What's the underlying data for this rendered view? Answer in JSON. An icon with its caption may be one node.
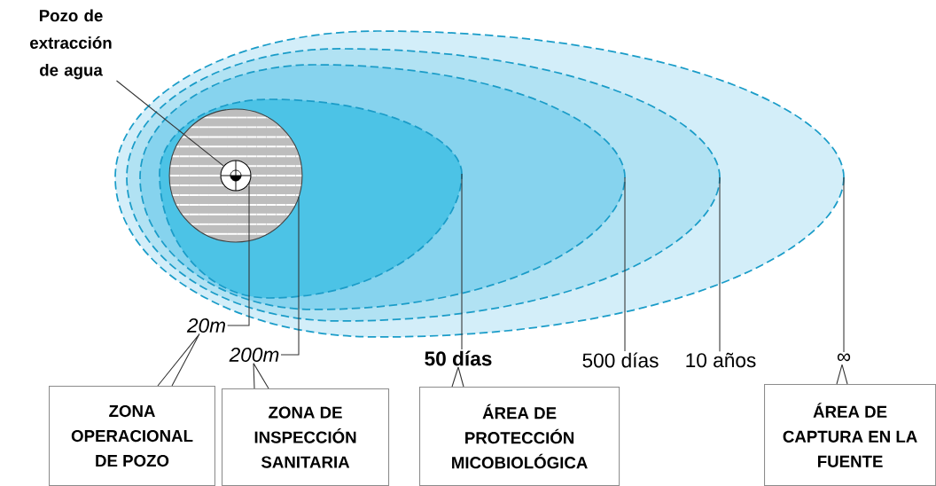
{
  "diagram": {
    "nodes": [
      {
        "text": [
          "Pozo de extracción de agua"
        ]
      },
      {
        "text": [],
        "shape": "ellipse"
      },
      {
        "text": [],
        "shape": "ellipse",
        "in": 1
      },
      {
        "text": [],
        "shape": "ellipse",
        "in": 2
      },
      {
        "text": [],
        "shape": "ellipse",
        "in": 3
      },
      {
        "text": [],
        "shape": "circle",
        "in": 4
      },
      {
        "text": [],
        "shape": "circle",
        "in": 5
      },
      {
        "text": [
          "20m"
        ]
      },
      {
        "text": [
          "200m"
        ]
      },
      {
        "text": [
          "50 días"
        ]
      },
      {
        "text": [
          "500 días"
        ]
      },
      {
        "text": [
          "10 años"
        ]
      },
      {
        "text": [
          "∞"
        ]
      },
      {
        "text": [
          "ZONA OPERACIONAL DE POZO"
        ]
      },
      {
        "text": [
          "ZONA DE INSPECCIÓN SANITARIA"
        ]
      },
      {
        "text": [
          "ÁREA DE PROTECCIÓN MICOBIOLÓGICA"
        ]
      },
      {
        "text": [
          "ÁREA DE CAPTURA EN LA FUENTE"
        ]
      }
    ],
    "edges": [
      {
        "from": 0,
        "to": 6,
        "arrow": "none"
      },
      {
        "from": 6,
        "to": 7,
        "arrow": "none"
      },
      {
        "from": 5,
        "to": 8,
        "arrow": "none"
      },
      {
        "from": 4,
        "to": 9,
        "arrow": "none"
      },
      {
        "from": 3,
        "to": 10,
        "arrow": "none"
      },
      {
        "from": 2,
        "to": 11,
        "arrow": "none"
      },
      {
        "from": 1,
        "to": 12,
        "arrow": "none"
      },
      {
        "from": 7,
        "to": 13,
        "arrow": "none"
      },
      {
        "from": 8,
        "to": 14,
        "arrow": "none"
      },
      {
        "from": 9,
        "to": 15,
        "arrow": "none"
      },
      {
        "from": 12,
        "to": 16,
        "arrow": "none"
      }
    ]
  }
}
